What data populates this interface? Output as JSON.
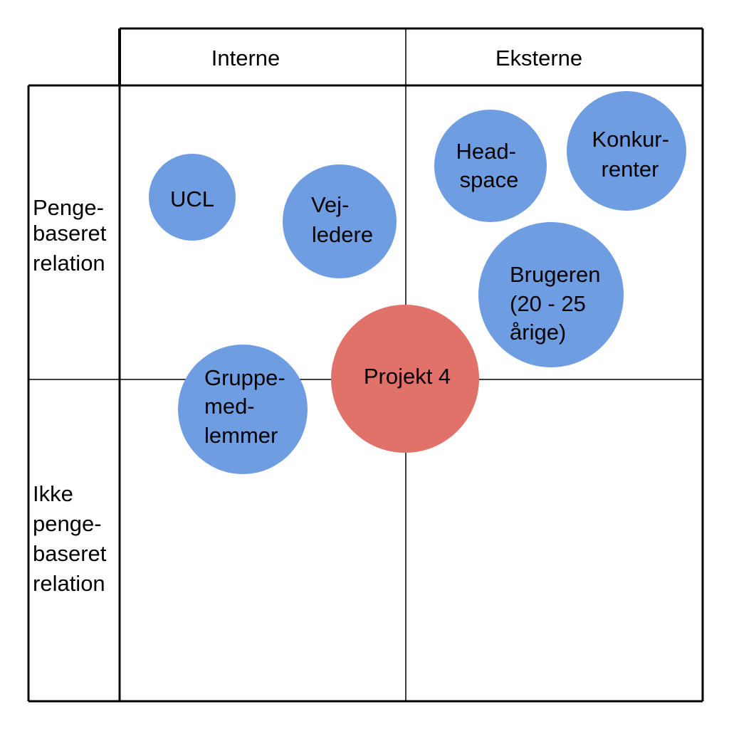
{
  "colors": {
    "stakeholder_fill": "#6f9de2",
    "center_fill": "#e0726a",
    "line": "#000000",
    "background": "#ffffff"
  },
  "columns": {
    "internal": "Interne",
    "external": "Eksterne"
  },
  "rows": {
    "money_based": [
      "Penge-",
      "baseret",
      "relation"
    ],
    "not_money_based": [
      "Ikke",
      "penge-",
      "baseret",
      "relation"
    ]
  },
  "stakeholders": [
    {
      "id": "ucl",
      "lines": [
        "UCL"
      ],
      "kind": "stakeholder"
    },
    {
      "id": "vejledere",
      "lines": [
        "Vej-",
        "ledere"
      ],
      "kind": "stakeholder"
    },
    {
      "id": "headspace",
      "lines": [
        "Head-",
        "space"
      ],
      "kind": "stakeholder"
    },
    {
      "id": "konkurrenter",
      "lines": [
        "Konkur-",
        "renter"
      ],
      "kind": "stakeholder"
    },
    {
      "id": "brugeren",
      "lines": [
        "Brugeren",
        "(20 - 25",
        "årige)"
      ],
      "kind": "stakeholder"
    },
    {
      "id": "gruppemedlemmer",
      "lines": [
        "Gruppe-",
        "med-",
        "lemmer"
      ],
      "kind": "stakeholder"
    },
    {
      "id": "projekt4",
      "lines": [
        "Projekt 4"
      ],
      "kind": "center"
    }
  ]
}
